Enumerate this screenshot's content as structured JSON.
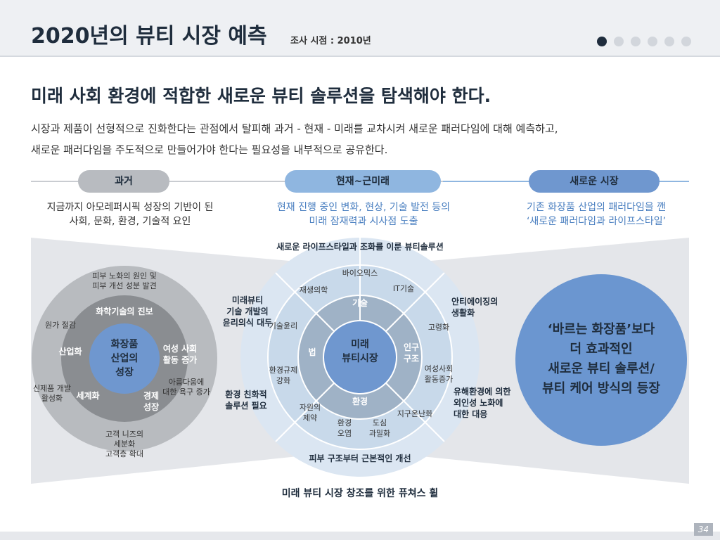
{
  "header": {
    "title": "2020년의 뷰티 시장 예측",
    "subtitle": "조사 시점 : 2010년",
    "pagination": {
      "count": 6,
      "active": 0
    }
  },
  "headline": "미래 사회 환경에 적합한 새로운 뷰티 솔루션을 탐색해야 한다.",
  "description": [
    "시장과 제품이 선형적으로 진화한다는 관점에서 탈피해 과거 - 현재 - 미래를 교차시켜 새로운 패러다임에 대해 예측하고,",
    "새로운 패러다임을 주도적으로 만들어가야 한다는 필요성을 내부적으로 공유한다."
  ],
  "timeline": {
    "past": {
      "label": "과거",
      "lines": [
        "지금까지 아모레퍼시픽 성장의 기반이 된",
        "사회, 문화, 환경, 기술적 요인"
      ]
    },
    "present": {
      "label": "현재~근미래",
      "lines": [
        "현재 진행 중인 변화, 현상, 기술 발전 등의",
        "미래 잠재력과 시사점 도출"
      ]
    },
    "future": {
      "label": "새로운 시장",
      "lines": [
        "기존 화장품 산업의 패러다임을 깬",
        "‘새로운 패러다임과 라이프스타일’"
      ]
    }
  },
  "left_diagram": {
    "center": [
      "화장품",
      "산업의",
      "성장"
    ],
    "inner": [
      "화학기술의 진보",
      "산업화",
      "여성 사회",
      "활동 증가",
      "세계화",
      "경제",
      "성장"
    ],
    "outer": [
      "피부 노화의 원인 및",
      "피부 개선 성분 발견",
      "원가 절감",
      "신제품 개발",
      "활성화",
      "아름다움에",
      "대한 욕구 증가",
      "고객 니즈의",
      "세분화",
      "고객층 확대"
    ]
  },
  "center_diagram": {
    "top_label": "새로운 라이프스타일과 조화를 이룬 뷰티솔루션",
    "bottom_label": "피부 구조부터 근본적인 개선",
    "center": [
      "미래",
      "뷰티시장"
    ],
    "inner": [
      "기술",
      "법",
      "인구",
      "구조",
      "환경"
    ],
    "outer": [
      "바이오믹스",
      "재생의학",
      "IT기술",
      "기술윤리",
      "고령화",
      "환경규제",
      "강화",
      "여성사회",
      "활동증가",
      "자원의",
      "제약",
      "환경",
      "오염",
      "도심",
      "과밀화",
      "지구온난화"
    ],
    "side_left": [
      "미래뷰티",
      "기술 개발의",
      "윤리의식 대두",
      "환경 친화적",
      "솔루션 필요"
    ],
    "side_right": [
      "안티에이징의",
      "생활화",
      "유해환경에 의한",
      "외인성 노화에",
      "대한 대응"
    ]
  },
  "future_bubble": [
    "‘바르는 화장품’보다",
    "더 효과적인",
    "새로운 뷰티 솔루션/",
    "뷰티 케어 방식의 등장"
  ],
  "caption": "미래 뷰티 시장 창조를 위한 퓨쳐스 휠",
  "page_number": "34",
  "colors": {
    "dark": "#1f2d3d",
    "past_pill": "#b8bbc0",
    "present_pill": "#8fb6e0",
    "future_pill": "#6f97cf",
    "future_bubble": "#6b96d0",
    "wheel_outer": "#c8d9ea",
    "wheel_inner": "#9fb2c6",
    "wheel_center": "#6f97cf",
    "left_outer": "#b8bbbf",
    "left_inner": "#8a8d91"
  }
}
